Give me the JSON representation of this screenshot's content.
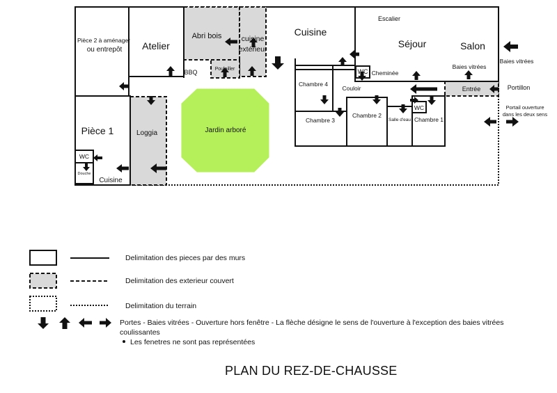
{
  "rooms": {
    "piece2": "Pièce 2 à aménager",
    "piece2_sub": "ou entrepôt",
    "atelier": "Atelier",
    "abri_bois": "Abri bois",
    "bbq": "BBQ",
    "poulailler": "Poulailler",
    "cuisine_ext_1": "cuisine",
    "cuisine_ext_2": "extérieur",
    "cuisine": "Cuisine",
    "escalier": "Escalier",
    "sejour": "Séjour",
    "salon": "Salon",
    "baies_vitrees_in": "Baies vitrées",
    "baies_vitrees_out": "Baies vitrées",
    "wc1": "WC",
    "cheminee": "Cheminée",
    "chambre4": "Chambre 4",
    "couloir": "Couloir",
    "entree": "Entrée",
    "portillon": "Portillon",
    "chambre3": "Chambre 3",
    "chambre2": "Chambre 2",
    "salle_eau": "Salle d'eau",
    "wc2": "WC",
    "chambre1": "Chambre 1",
    "portail_1": "Portail ouverture",
    "portail_2": "dans les deux sens",
    "jardin": "Jardin arboré",
    "piece1": "Pièce 1",
    "loggia": "Loggia",
    "wc3": "WC",
    "douche": "Douche",
    "cuisine2": "Cuisine"
  },
  "legend": {
    "walls": "Delimitation des pieces par des murs",
    "covered": "Delimitation des exterieur couvert",
    "land": "Delimitation du terrain",
    "arrows_1": "Portes - Baies vitrées - Ouverture hors fenêtre - La flèche désigne le sens de l'ouverture à l'exception des baies vitrées",
    "arrows_2": "coulissantes",
    "bullet": "Les fenetres ne sont pas représentées"
  },
  "title": "PLAN DU REZ-DE-CHAUSSE",
  "colors": {
    "covered_fill": "#d9d9d9",
    "garden_fill": "#b5f05a",
    "line": "#111111"
  }
}
